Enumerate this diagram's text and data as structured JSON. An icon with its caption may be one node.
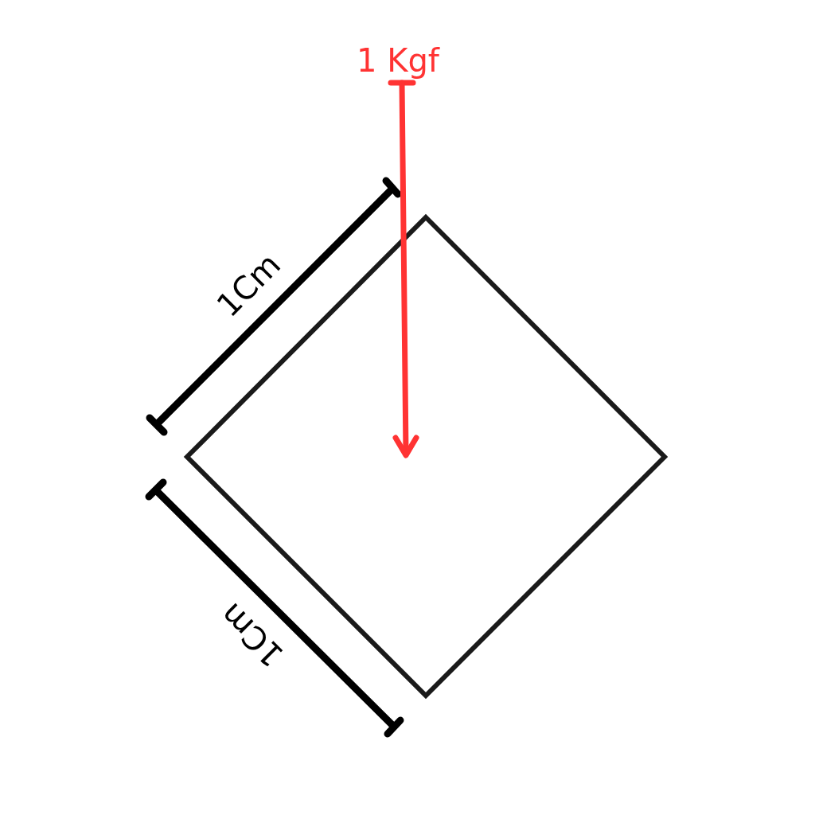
{
  "diagram": {
    "labels": [
      "1 Kgf",
      "1Cm",
      "1Cm"
    ]
  }
}
